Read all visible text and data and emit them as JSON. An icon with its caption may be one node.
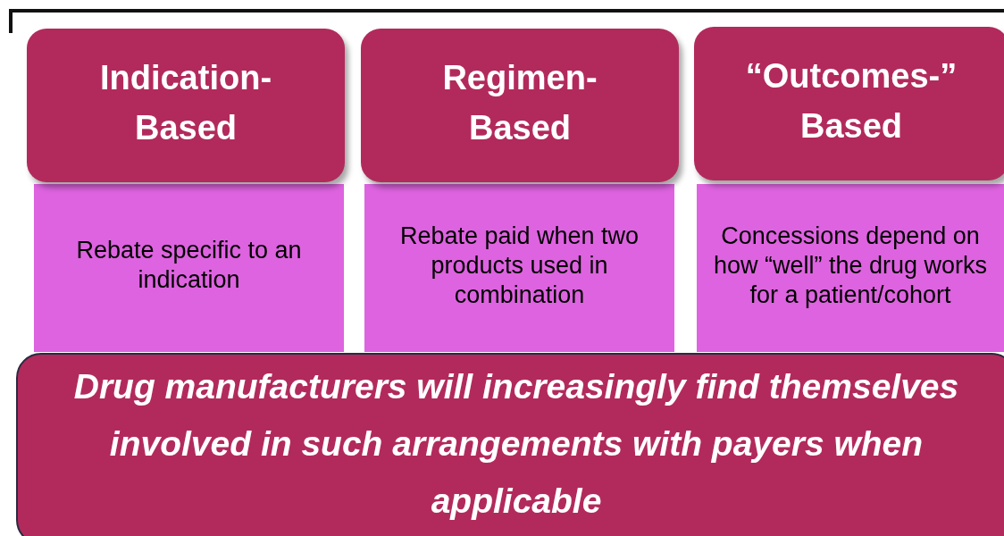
{
  "diagram": {
    "nodes": [
      {
        "text": [
          "Indication- Based"
        ]
      },
      {
        "text": [
          "Regimen- Based"
        ]
      },
      {
        "text": [
          "“Outcomes-” Based"
        ]
      },
      {
        "text": [
          "Rebate specific to an indication"
        ]
      },
      {
        "text": [
          "Rebate paid when two products used in combination"
        ]
      },
      {
        "text": [
          "Concessions depend on how “well” the drug works for a patient/cohort"
        ]
      },
      {
        "text": [
          "Drug manufacturers will increasingly find themselves involved in such arrangements with payers when applicable"
        ]
      }
    ],
    "edges": []
  }
}
